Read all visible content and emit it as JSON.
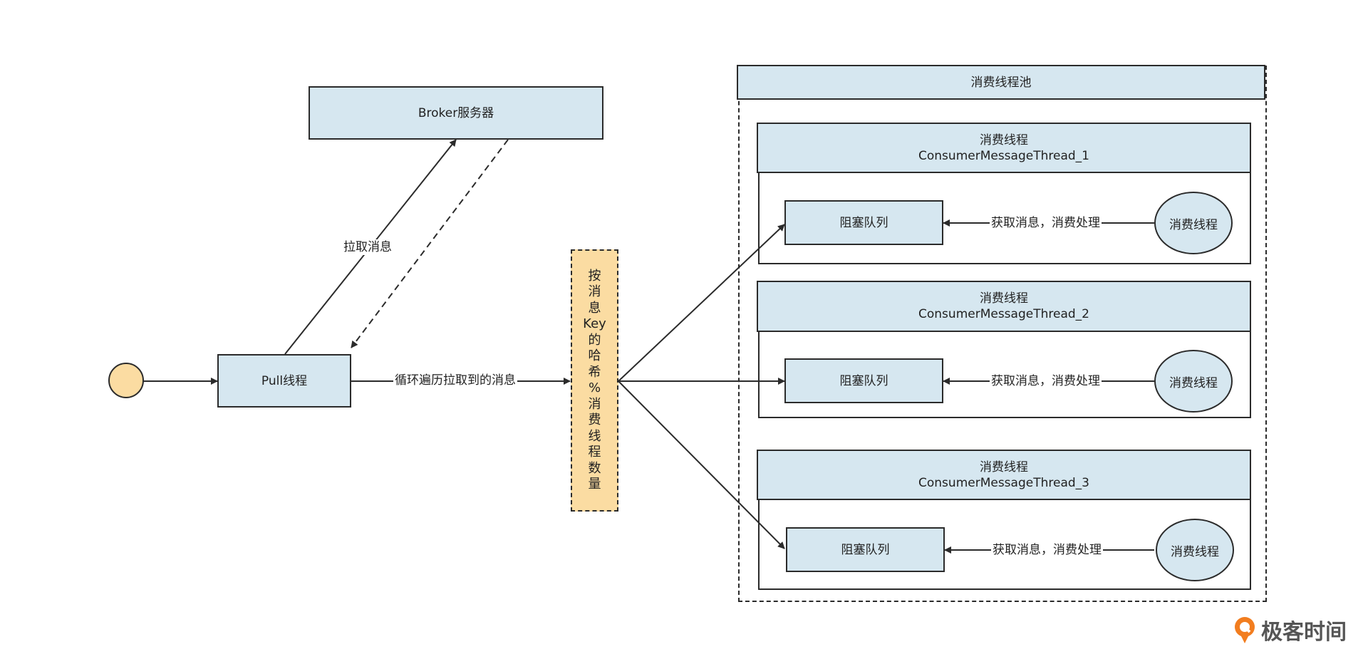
{
  "broker": {
    "label": "Broker服务器"
  },
  "pull": {
    "label": "Pull线程"
  },
  "pool": {
    "title": "消费线程池"
  },
  "hash_label": "按消息Key的哈希%消费线程数量",
  "edges": {
    "pull_msg": "拉取消息",
    "loop": "循环遍历拉取到的消息"
  },
  "threads": [
    {
      "header": "消费线程\nConsumerMessageThread_1",
      "queue": "阻塞队列",
      "action": "获取消息，消费处理",
      "worker": "消费线程"
    },
    {
      "header": "消费线程\nConsumerMessageThread_2",
      "queue": "阻塞队列",
      "action": "获取消息，消费处理",
      "worker": "消费线程"
    },
    {
      "header": "消费线程\nConsumerMessageThread_3",
      "queue": "阻塞队列",
      "action": "获取消息，消费处理",
      "worker": "消费线程"
    }
  ],
  "logo": {
    "text": "极客时间"
  },
  "colors": {
    "box_fill": "#d6e7f0",
    "accent_fill": "#fbdca2",
    "stroke": "#2b2b2b",
    "logo_orange": "#f27d1f"
  }
}
